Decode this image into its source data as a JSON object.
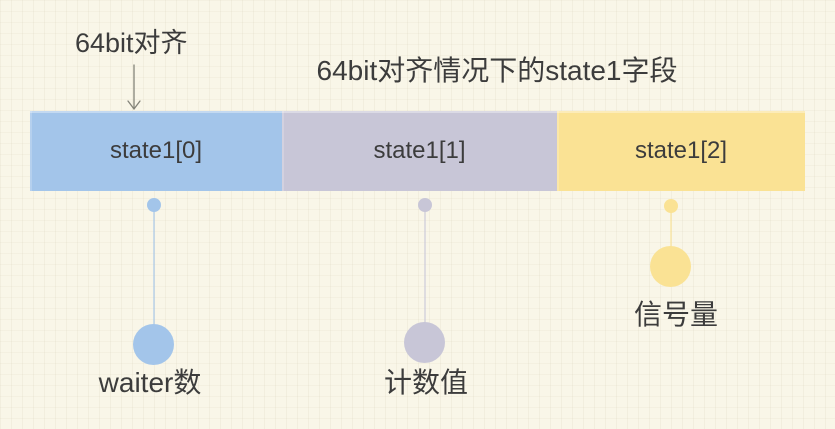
{
  "canvas": {
    "background_color": "#f9f6e8",
    "text_color": "#3c3c3c",
    "arrow_color": "#84847a"
  },
  "header": {
    "align_label": "64bit对齐",
    "title": "64bit对齐情况下的state1字段"
  },
  "bar": {
    "segments": [
      {
        "label": "state1[0]",
        "color": "#a3c5ea"
      },
      {
        "label": "state1[1]",
        "color": "#c8c6d7"
      },
      {
        "label": "state1[2]",
        "color": "#fae294"
      }
    ]
  },
  "callouts": [
    {
      "label": "waiter数",
      "color": "#a3c5ea"
    },
    {
      "label": "计数值",
      "color": "#c8c6d7"
    },
    {
      "label": "信号量",
      "color": "#fae294"
    }
  ]
}
